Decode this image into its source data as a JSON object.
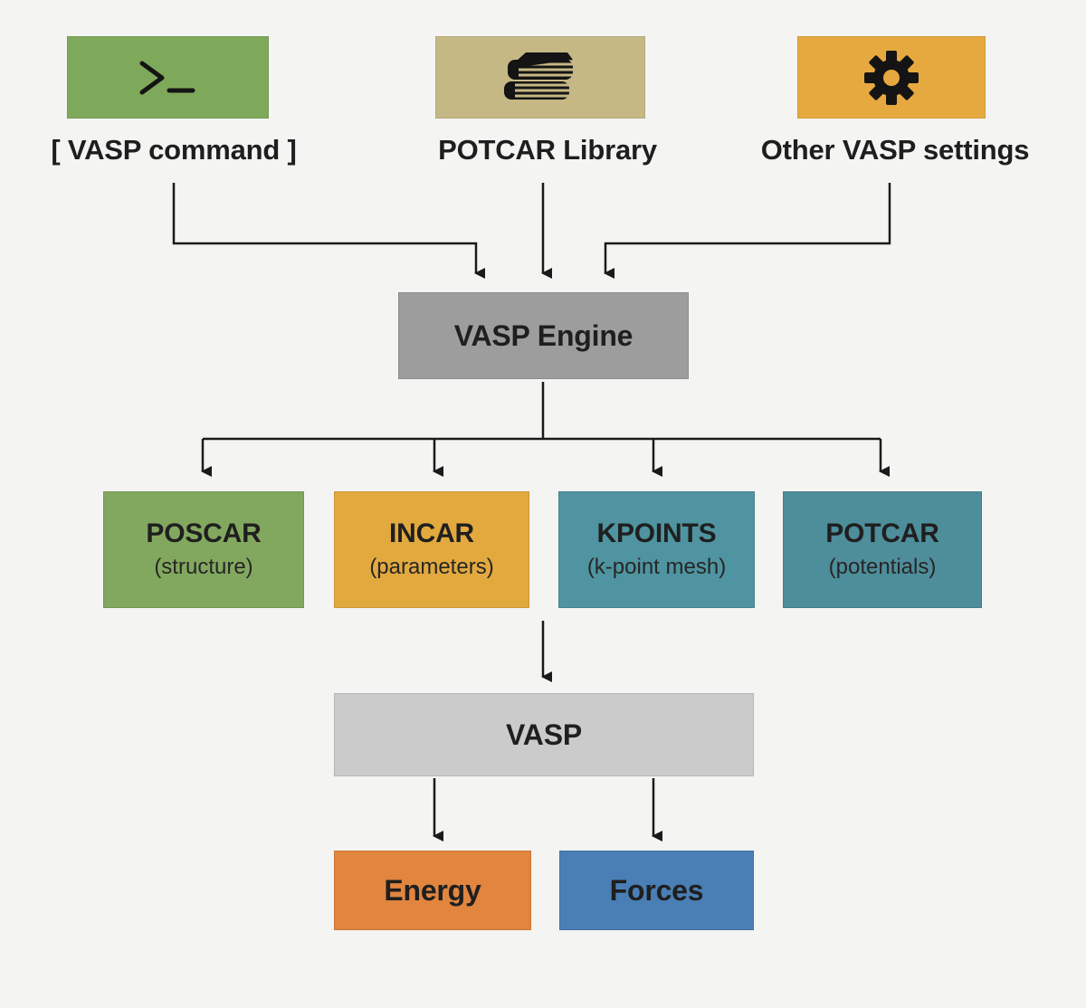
{
  "inputs": [
    {
      "caption": "[ VASP command ]",
      "icon": "terminal-prompt-icon",
      "color": "#7fa95a"
    },
    {
      "caption": "POTCAR Library",
      "icon": "books-icon",
      "color": "#c6b885"
    },
    {
      "caption": "Other VASP settings",
      "icon": "gear-icon",
      "color": "#e6a93f"
    }
  ],
  "engine": {
    "title": "VASP Engine",
    "color": "#9d9d9d"
  },
  "files": [
    {
      "title": "POSCAR",
      "subtitle": "(structure)",
      "color": "#82a85f"
    },
    {
      "title": "INCAR",
      "subtitle": "(parameters)",
      "color": "#e2a93f"
    },
    {
      "title": "KPOINTS",
      "subtitle": "(k-point mesh)",
      "color": "#4f94a0"
    },
    {
      "title": "POTCAR",
      "subtitle": "(potentials)",
      "color": "#4e8d9a"
    }
  ],
  "vasp": {
    "title": "VASP",
    "color": "#cbcbcb"
  },
  "outputs": [
    {
      "title": "Energy",
      "color": "#e1853f"
    },
    {
      "title": "Forces",
      "color": "#4a7fb5"
    }
  ],
  "colors": {
    "connector": "#1a1a1a",
    "background": "#f4f4f2"
  }
}
